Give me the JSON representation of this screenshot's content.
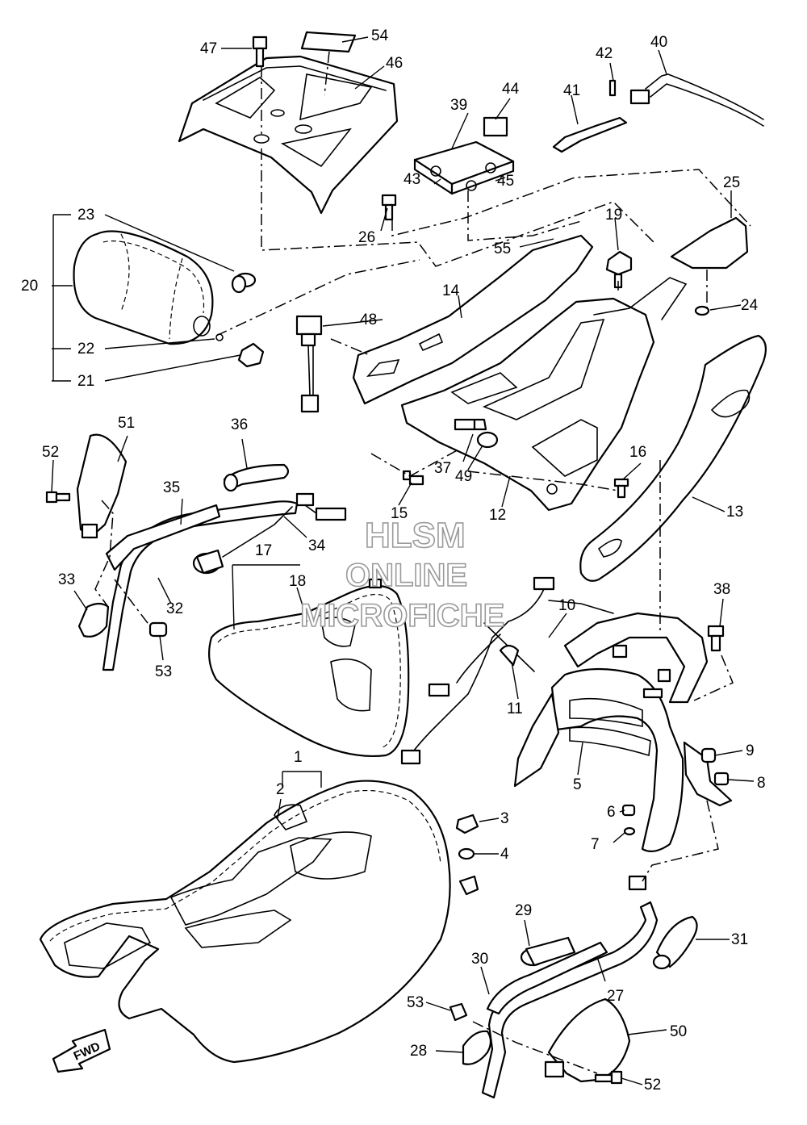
{
  "watermark": {
    "line1": "HLSM",
    "line2": "ONLINE",
    "line3": "MICROFICHE"
  },
  "direction_arrow": "FWD",
  "callouts": {
    "c1": "1",
    "c2": "2",
    "c3": "3",
    "c4": "4",
    "c5": "5",
    "c6": "6",
    "c7": "7",
    "c8": "8",
    "c9": "9",
    "c10": "10",
    "c11": "11",
    "c12": "12",
    "c13": "13",
    "c14": "14",
    "c15": "15",
    "c16": "16",
    "c17": "17",
    "c18": "18",
    "c19": "19",
    "c20": "20",
    "c21": "21",
    "c22": "22",
    "c23": "23",
    "c24": "24",
    "c25": "25",
    "c26": "26",
    "c27": "27",
    "c28": "28",
    "c29": "29",
    "c30": "30",
    "c31": "31",
    "c32": "32",
    "c33": "33",
    "c34": "34",
    "c35": "35",
    "c36": "36",
    "c37": "37",
    "c38": "38",
    "c39": "39",
    "c40": "40",
    "c41": "41",
    "c42": "42",
    "c43": "43",
    "c44": "44",
    "c45": "45",
    "c46": "46",
    "c47": "47",
    "c48": "48",
    "c49": "49",
    "c50": "50",
    "c51": "51",
    "c52a": "52",
    "c52b": "52",
    "c53a": "53",
    "c53b": "53",
    "c54": "54",
    "c55": "55"
  }
}
